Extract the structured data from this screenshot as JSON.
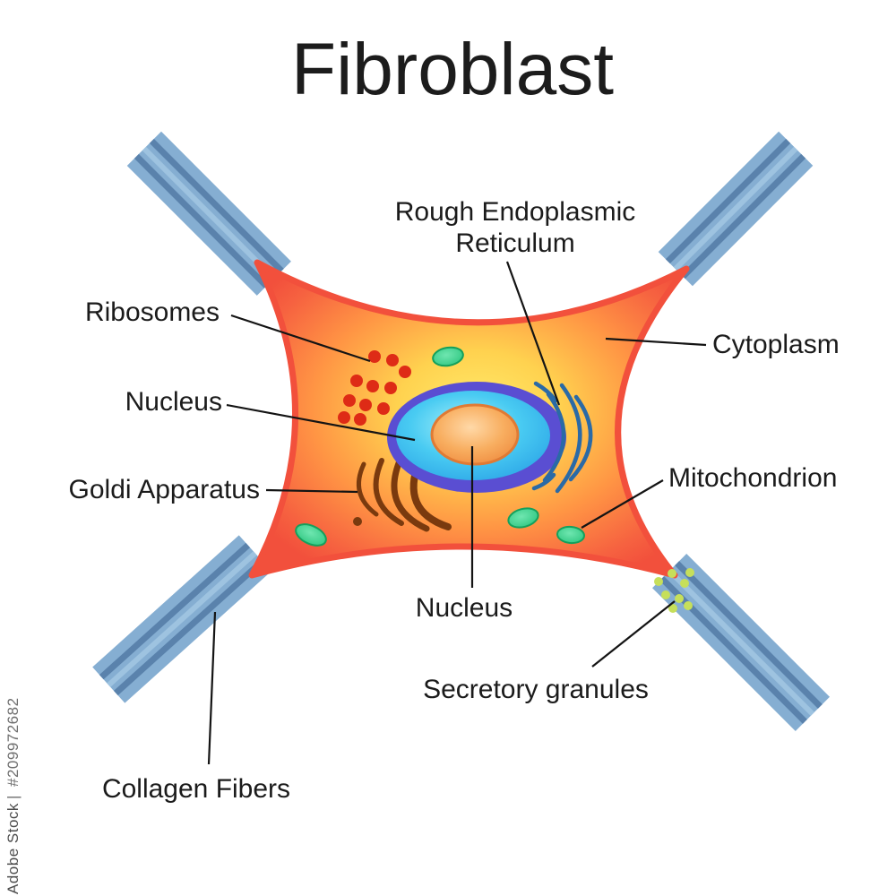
{
  "title": "Fibroblast",
  "watermark": {
    "brand": "Adobe Stock",
    "separator": "|",
    "id": "#209972682"
  },
  "diagram": {
    "labels": {
      "rough_er_line1": "Rough Endoplasmic",
      "rough_er_line2": "Reticulum",
      "ribosomes": "Ribosomes",
      "nucleus_left": "Nucleus",
      "golgi": "Goldi Apparatus",
      "cytoplasm": "Cytoplasm",
      "mitochondrion": "Mitochondrion",
      "nucleus_bottom": "Nucleus",
      "secretory_granules": "Secretory granules",
      "collagen_fibers": "Collagen Fibers"
    },
    "colors": {
      "cell_center": "#FFEA6A",
      "cell_mid": "#FF9444",
      "cell_edge": "#F2503C",
      "collagen_base": "#85AED2",
      "collagen_stripe": "#5A82AC",
      "collagen_highlight": "#9EC3E0",
      "nucleus_ring": "#5A4ED2",
      "nucleus_inner": "#49CBF2",
      "nucleolus": "#F8AE60",
      "nucleolus_rim": "#E07A34",
      "er": "#2A6AA6",
      "golgi": "#7A3A0E",
      "ribosome": "#DE2B16",
      "mitochondrion": "#2EC680",
      "mitochondrion_rim": "#14A05C",
      "granule": "#C6DF5A",
      "granule_rim": "#A7C437",
      "line": "#141414"
    }
  }
}
